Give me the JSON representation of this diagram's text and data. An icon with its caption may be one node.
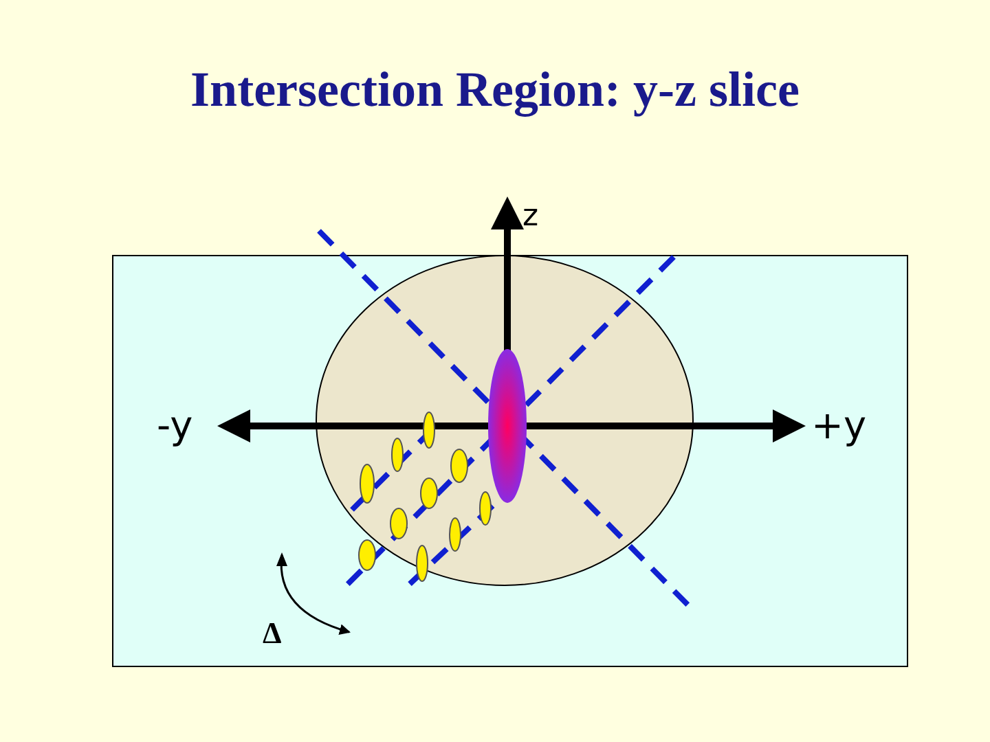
{
  "diagram": {
    "title": "Intersection Region: y-z slice",
    "labels": [
      "z",
      "-y",
      "+y",
      "Δ"
    ]
  }
}
